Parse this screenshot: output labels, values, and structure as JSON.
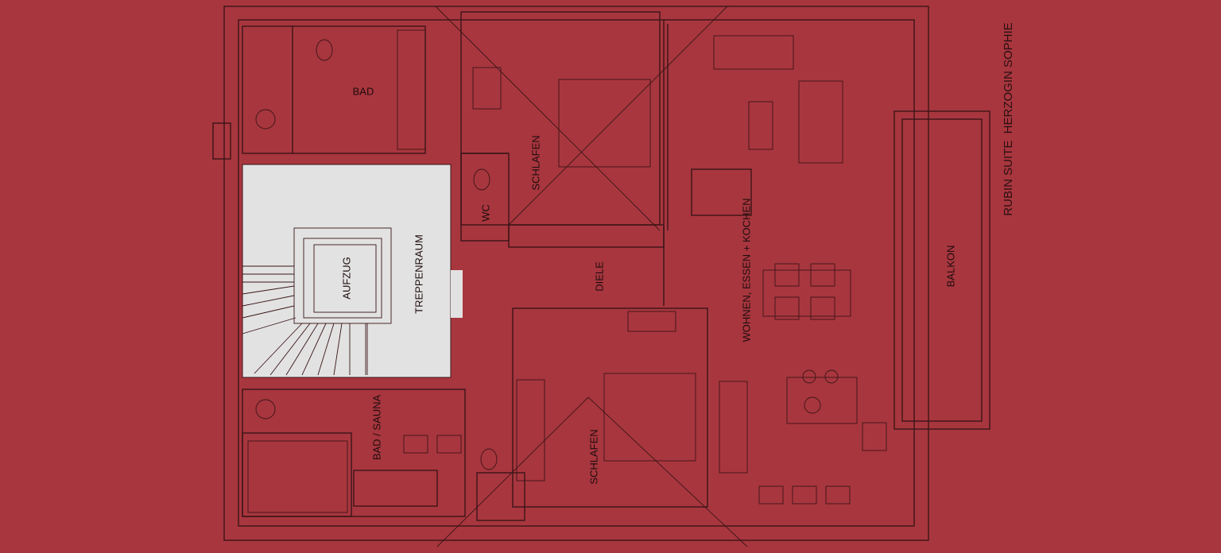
{
  "title": "RUBIN SUITE  HERZOGIN SOPHIE",
  "colors": {
    "background": "#a8363e",
    "lines": "#3b1518",
    "stairwell": "#e2e2e2"
  },
  "rooms": {
    "bad": "BAD",
    "schlafen_top": "SCHLAFEN",
    "wc": "WC",
    "treppenraum": "TREPPENRAUM",
    "aufzug": "AUFZUG",
    "diele": "DIELE",
    "wohnen": "WOHNEN, ESSEN + KOCHEN",
    "balkon": "BALKON",
    "bad_sauna": "BAD / SAUNA",
    "schlafen_bottom": "SCHLAFEN"
  }
}
